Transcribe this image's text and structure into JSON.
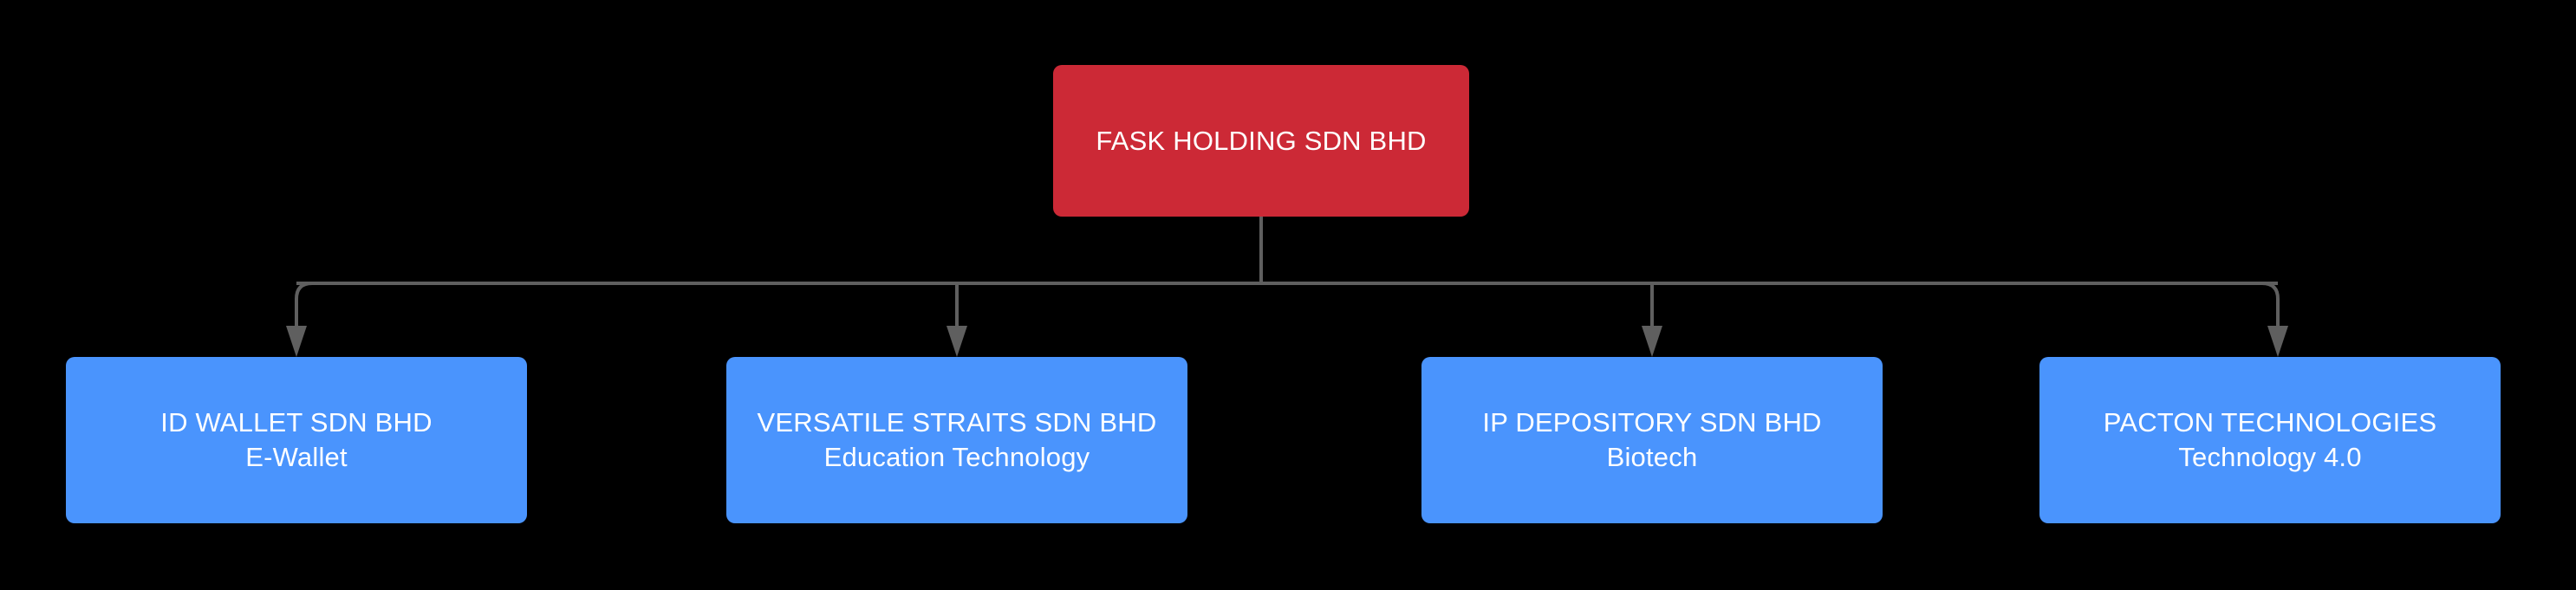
{
  "diagram": {
    "type": "organization-chart",
    "background_color": "#000000",
    "edge_color": "#5f5f5f",
    "root": {
      "title": "FASK HOLDING SDN BHD",
      "subtitle": "",
      "color": "#cc2936",
      "text_color": "#ffffff"
    },
    "children": [
      {
        "title": "ID WALLET SDN BHD",
        "subtitle": "E-Wallet",
        "color": "#4a94fd",
        "text_color": "#ffffff"
      },
      {
        "title": "VERSATILE STRAITS SDN BHD",
        "subtitle": "Education Technology",
        "color": "#4a94fd",
        "text_color": "#ffffff"
      },
      {
        "title": "IP DEPOSITORY SDN BHD",
        "subtitle": "Biotech",
        "color": "#4a94fd",
        "text_color": "#ffffff"
      },
      {
        "title": "PACTON TECHNOLOGIES",
        "subtitle": "Technology 4.0",
        "color": "#4a94fd",
        "text_color": "#ffffff"
      }
    ]
  }
}
